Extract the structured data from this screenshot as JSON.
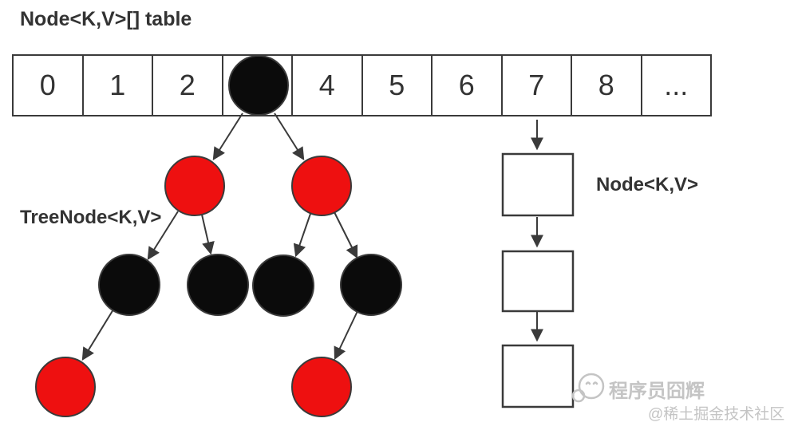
{
  "title": "Node<K,V>[] table",
  "array": {
    "cells": [
      "0",
      "1",
      "2",
      "",
      "4",
      "5",
      "6",
      "7",
      "8",
      "..."
    ],
    "treeified_bucket_index": 3,
    "list_bucket_index": 7
  },
  "labels": {
    "tree_node": "TreeNode<K,V>",
    "list_node": "Node<K,V>"
  },
  "tree": {
    "kind": "red-black tree hanging from bucket 3",
    "nodes": [
      {
        "id": "root",
        "color": "black",
        "parent": null
      },
      {
        "id": "L",
        "color": "red",
        "parent": "root"
      },
      {
        "id": "R",
        "color": "red",
        "parent": "root"
      },
      {
        "id": "LL",
        "color": "black",
        "parent": "L"
      },
      {
        "id": "LR",
        "color": "black",
        "parent": "L"
      },
      {
        "id": "RL",
        "color": "black",
        "parent": "R"
      },
      {
        "id": "RR",
        "color": "black",
        "parent": "R"
      },
      {
        "id": "LLL",
        "color": "red",
        "parent": "LL"
      },
      {
        "id": "RRL",
        "color": "red",
        "parent": "RR"
      }
    ]
  },
  "linked_list": {
    "kind": "singly linked list hanging from bucket 7",
    "box_count": 3
  },
  "watermark": {
    "author": "程序员囧辉",
    "community": "@稀土掘金技术社区"
  },
  "colors": {
    "ink": "#3a3a3a",
    "text": "#333333",
    "node-red": "#ee1010",
    "node-black": "#0b0b0b",
    "watermark": "#c4c4c4",
    "background": "#ffffff"
  }
}
